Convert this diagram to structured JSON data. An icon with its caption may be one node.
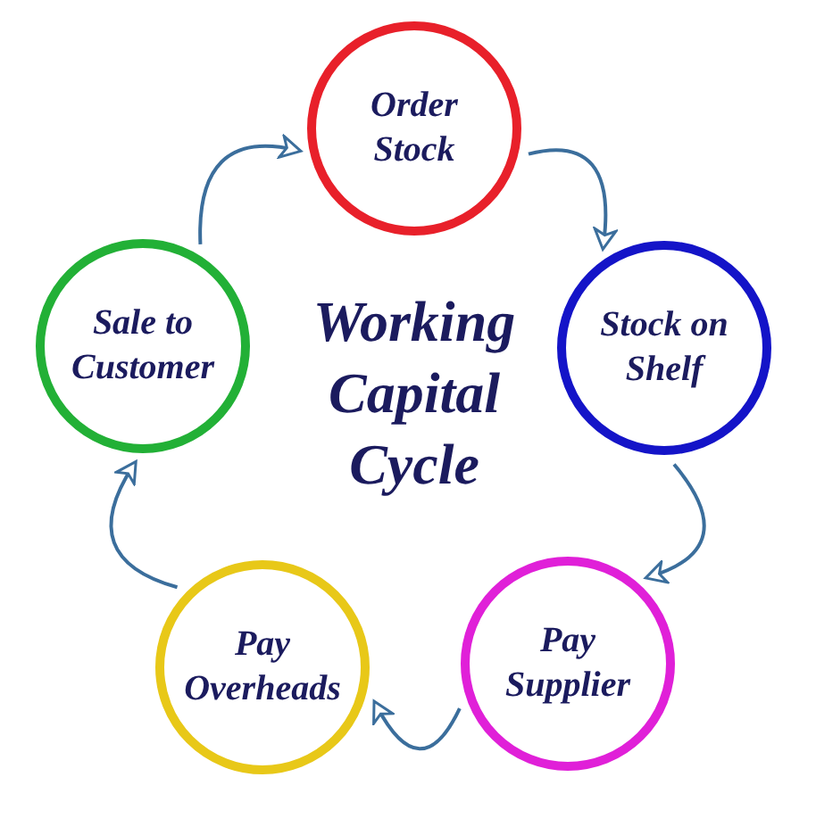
{
  "diagram": {
    "title": "Working Capital Cycle",
    "nodes": [
      {
        "text": [
          "Order Stock"
        ]
      },
      {
        "text": [
          "Stock on Shelf"
        ]
      },
      {
        "text": [
          "Pay Supplier"
        ]
      },
      {
        "text": [
          "Pay Overheads"
        ]
      },
      {
        "text": [
          "Sale to Customer"
        ]
      }
    ],
    "edges": [
      {
        "from": 0,
        "to": 1,
        "arrow": "to"
      },
      {
        "from": 1,
        "to": 2,
        "arrow": "to"
      },
      {
        "from": 2,
        "to": 3,
        "arrow": "to"
      },
      {
        "from": 3,
        "to": 4,
        "arrow": "to"
      },
      {
        "from": 4,
        "to": 0,
        "arrow": "to"
      }
    ]
  }
}
